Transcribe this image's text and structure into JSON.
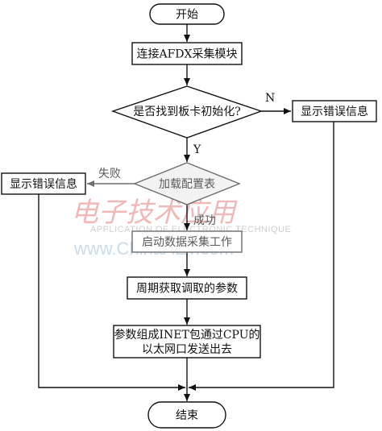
{
  "nodes": {
    "start": "开始",
    "connect": "连接AFDX采集模块",
    "decision_card": "是否找到板卡初始化?",
    "error_right": "显示错误信息",
    "decision_config": "加载配置表",
    "error_left": "显示错误信息",
    "start_collect": "启动数据采集工作",
    "periodic": "周期获取调取的参数",
    "send_line1": "参数组成INET包通过CPU的",
    "send_line2": "以太网口发送出去",
    "end": "结束"
  },
  "edge_labels": {
    "no": "N",
    "yes": "Y",
    "fail": "失败",
    "success": "成功"
  },
  "watermark": {
    "logo_text": "电子技术应用",
    "subtitle": "APPLICATION OF ELECTRONIC TECHNIQUE",
    "url": "www.ChinaAET.com"
  },
  "colors": {
    "stroke": "#111111",
    "gray_stroke": "#6d6d6d",
    "gray_fill": "#f2f2f2"
  }
}
